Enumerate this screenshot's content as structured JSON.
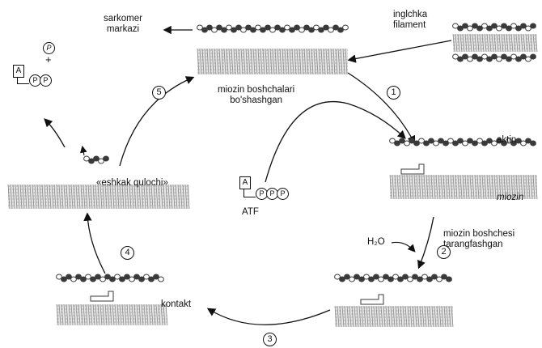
{
  "labels": {
    "sarcomere_center": [
      "sarkomer",
      "markazi"
    ],
    "thin_filament": [
      "inglchka",
      "filament"
    ],
    "heads_relaxed": [
      "miozin boshchalari",
      "bo'shashgan"
    ],
    "actin": "aktin",
    "myosin": "miozin",
    "atp": "ATF",
    "water": "H₂O",
    "head_tensed": [
      "miozin boshchesi",
      "tarangfashgan"
    ],
    "contact": "kontakt",
    "rowing_stroke": "«eshkak qulochi»",
    "phosphate": "P"
  },
  "steps": [
    "1",
    "2",
    "3",
    "4",
    "5"
  ],
  "atp_glyph": {
    "base": "A",
    "phosphates": [
      "P",
      "P",
      "P"
    ]
  },
  "adp_glyph": {
    "base": "A",
    "phosphates": [
      "P",
      "P"
    ],
    "plus": "+"
  },
  "colors": {
    "ink": "#111111",
    "filament": "#3a3a3a",
    "hatch": "#8a8a8a"
  }
}
